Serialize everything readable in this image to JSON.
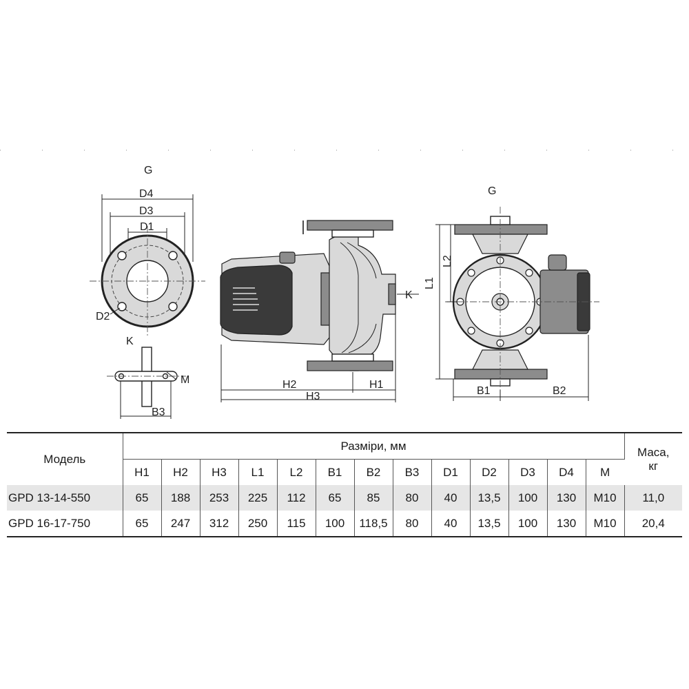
{
  "drawing": {
    "labels": {
      "g_front": "G",
      "g_side": "G",
      "d4": "D4",
      "d3": "D3",
      "d1": "D1",
      "d2": "D2",
      "k_front": "K",
      "k_side": "K",
      "m": "M",
      "b3": "B3",
      "h1": "H1",
      "h2": "H2",
      "h3": "H3",
      "l1": "L1",
      "l2": "L2",
      "b1": "B1",
      "b2": "B2"
    }
  },
  "table": {
    "model_header": "Модель",
    "dimensions_header": "Разміри, мм",
    "mass_header_line1": "Маса,",
    "mass_header_line2": "кг",
    "columns": [
      "H1",
      "H2",
      "H3",
      "L1",
      "L2",
      "B1",
      "B2",
      "B3",
      "D1",
      "D2",
      "D3",
      "D4",
      "M"
    ],
    "rows": [
      {
        "model": "GPD 13-14-550",
        "values": [
          "65",
          "188",
          "253",
          "225",
          "112",
          "65",
          "85",
          "80",
          "40",
          "13,5",
          "100",
          "130",
          "M10"
        ],
        "mass": "11,0"
      },
      {
        "model": "GPD 16-17-750",
        "values": [
          "65",
          "247",
          "312",
          "250",
          "115",
          "100",
          "118,5",
          "80",
          "40",
          "13,5",
          "100",
          "130",
          "M10"
        ],
        "mass": "20,4"
      }
    ]
  }
}
